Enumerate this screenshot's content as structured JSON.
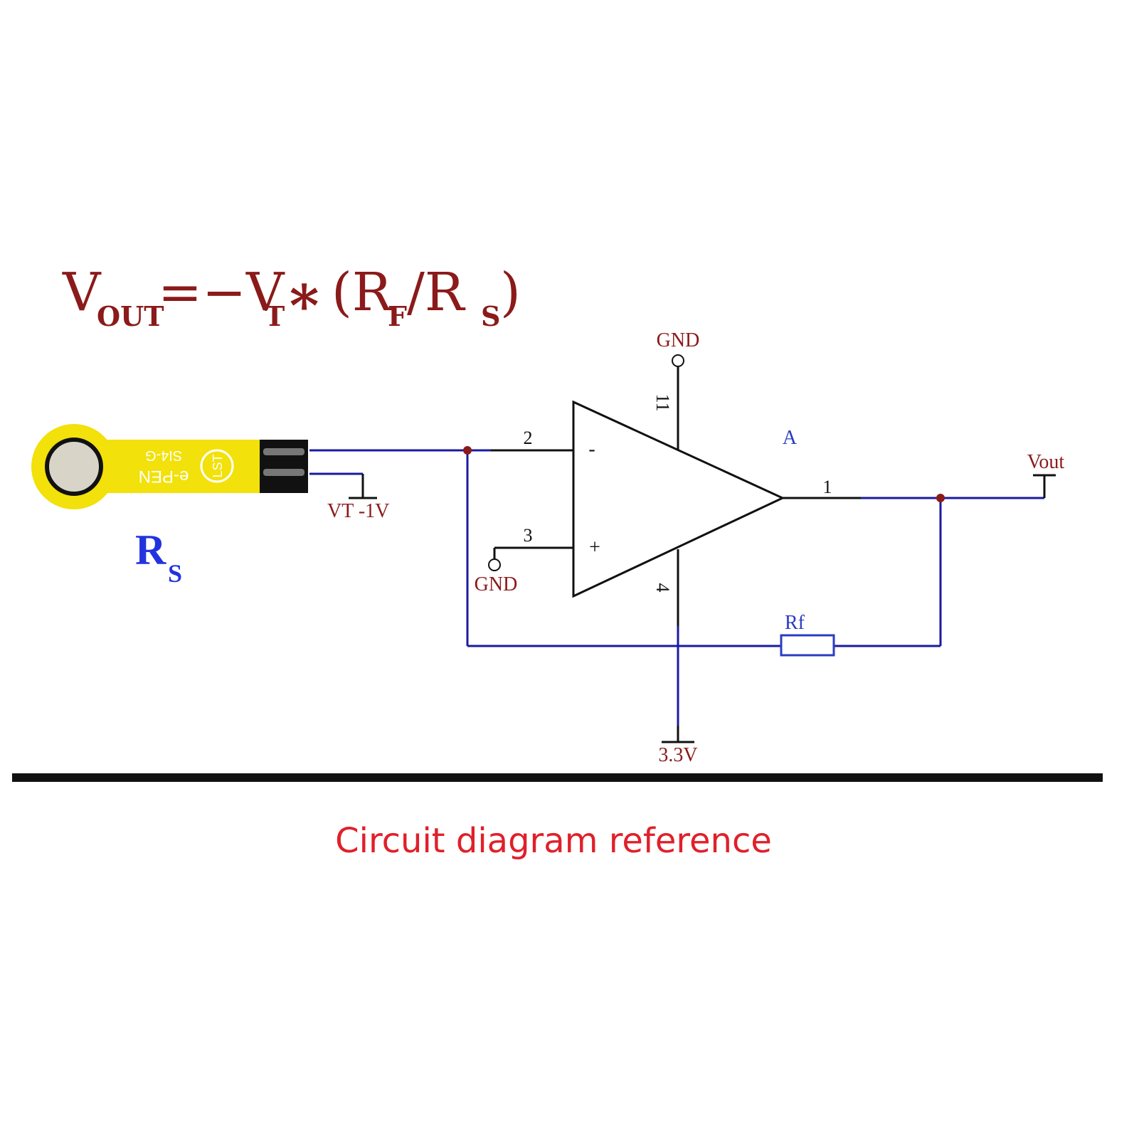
{
  "formula": {
    "v": "V",
    "out_sub": "OUT",
    "eq": "=−V",
    "t_sub": "T",
    "star": "∗",
    "open_r": "(R",
    "f_sub": "F",
    "slash_r": "/R",
    "s_sub": "S",
    "close": ")"
  },
  "sensor": {
    "label_main": "R",
    "label_sub": "S",
    "print_line1": "e-PEN",
    "print_line2": "SI4-G",
    "logo": "LST"
  },
  "labels": {
    "vt": "VT -1V",
    "gnd_top": "GND",
    "gnd_bottom": "GND",
    "pin2": "2",
    "pin3": "3",
    "pin1": "1",
    "pin11": "11",
    "pin4": "4",
    "minus": "-",
    "plus": "+",
    "amp": "A",
    "vout": "Vout",
    "rf": "Rf",
    "v33": "3.3V"
  },
  "caption": "Circuit diagram reference",
  "colors": {
    "formula": "#8b1a1a",
    "wire": "#1a1aa0",
    "component": "#111111",
    "label_blue": "#2a3cc4",
    "label_red": "#8b1a1a",
    "rs_blue": "#2233dd",
    "sensor_yellow": "#f2e10a",
    "caption_red": "#e0202a",
    "divider": "#111111"
  }
}
